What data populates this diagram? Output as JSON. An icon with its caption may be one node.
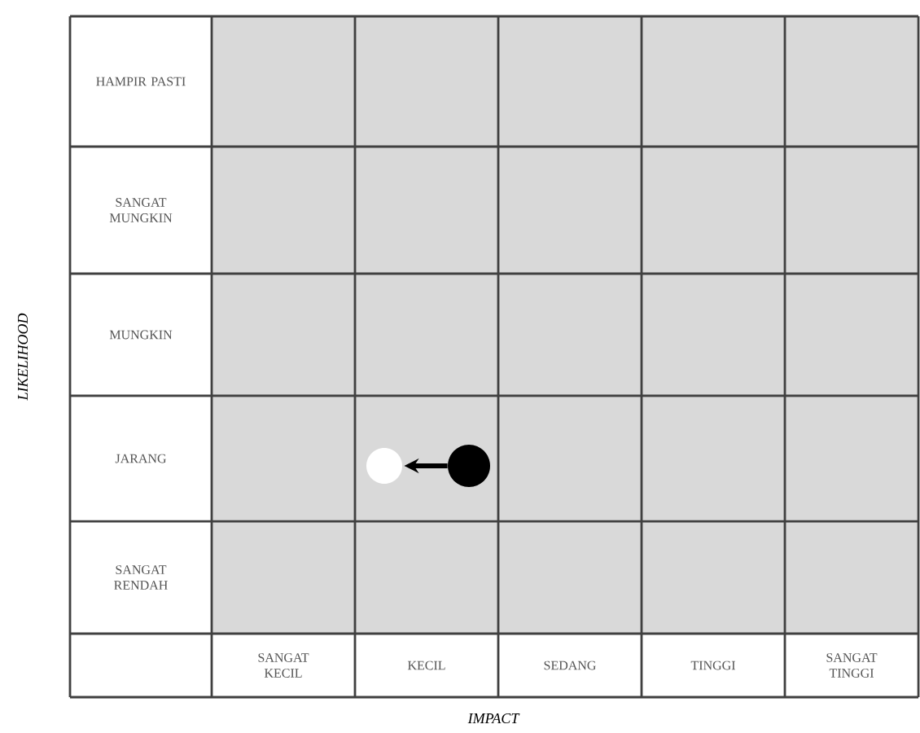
{
  "diagram": {
    "nodes": [
      {
        "text": [],
        "shape": "circle"
      },
      {
        "text": [],
        "shape": "circle"
      }
    ],
    "edges": [
      {
        "from": 1,
        "to": 0,
        "arrow": "to"
      }
    ],
    "labels": [
      "HAMPIR PASTI",
      "SANGAT MUNGKIN",
      "MUNGKIN",
      "JARANG",
      "SANGAT RENDAH",
      "SANGAT KECIL",
      "KECIL",
      "SEDANG",
      "TINGGI",
      "SANGAT TINGGI",
      "LIKELIHOOD",
      "IMPACT"
    ]
  }
}
